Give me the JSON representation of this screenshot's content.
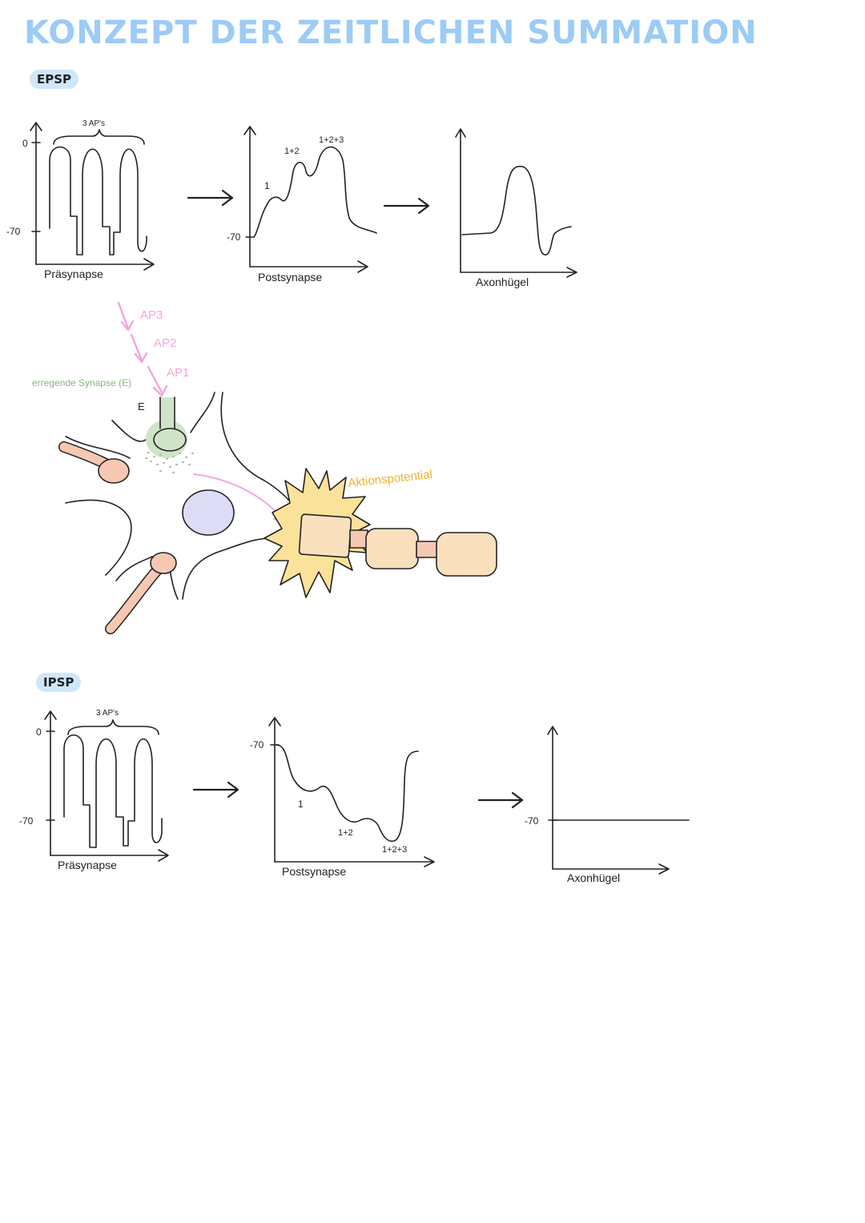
{
  "title": "KONZEPT DER ZEITLICHEN SUMMATION",
  "colors": {
    "title": "#9ccbf6",
    "badge_bg": "#cfe6fb",
    "synapse_green": "#cfe3c9",
    "synapse_green_dark": "#a6c79b",
    "arrow_pink": "#f3a6dc",
    "terminal_peach": "#f6c8b3",
    "nucleus_lavender": "#dcdcf7",
    "burst_yellow": "#fbe29a",
    "axon_label_orange": "#f3b132",
    "myelin": "#fbe0bd"
  },
  "epsp": {
    "badge": "EPSP",
    "praesynapse": {
      "y0": "0",
      "y70": "-70",
      "brace": "3 AP's",
      "xlabel": "Präsynapse"
    },
    "postsynapse": {
      "y70": "-70",
      "peak1": "1",
      "peak2": "1+2",
      "peak3": "1+2+3",
      "xlabel": "Postsynapse"
    },
    "axonhuegel": {
      "xlabel": "Axonhügel"
    }
  },
  "neuron": {
    "ap3": "AP3",
    "ap2": "AP2",
    "ap1": "AP1",
    "synapse_label": "erregende Synapse (E)",
    "e_label": "E",
    "axon_label": "Aktionspotential"
  },
  "ipsp": {
    "badge": "IPSP",
    "praesynapse": {
      "y0": "0",
      "y70": "-70",
      "brace": "3 AP's",
      "xlabel": "Präsynapse"
    },
    "postsynapse": {
      "y70": "-70",
      "dip1": "1",
      "dip2": "1+2",
      "dip3": "1+2+3",
      "xlabel": "Postsynapse"
    },
    "axonhuegel": {
      "y70": "-70",
      "xlabel": "Axonhügel"
    }
  }
}
